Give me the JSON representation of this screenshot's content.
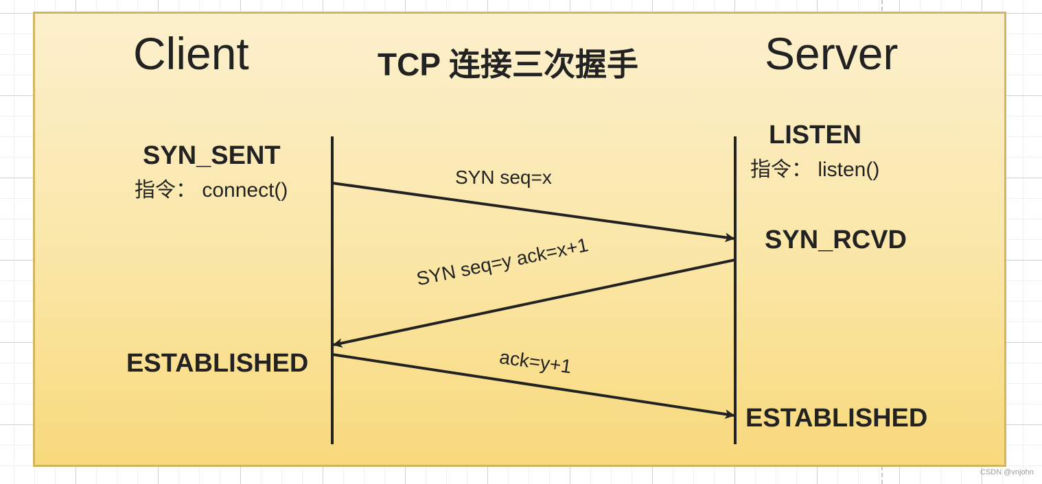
{
  "diagram": {
    "title": "TCP 连接三次握手",
    "client_label": "Client",
    "server_label": "Server",
    "client_states": {
      "syn_sent": "SYN_SENT",
      "syn_sent_command": "指令： connect()",
      "established": "ESTABLISHED"
    },
    "server_states": {
      "listen": "LISTEN",
      "listen_command": "指令： listen()",
      "syn_rcvd": "SYN_RCVD",
      "established": "ESTABLISHED"
    },
    "messages": [
      {
        "label": "SYN seq=x",
        "from": "client",
        "to": "server"
      },
      {
        "label": "SYN seq=y ack=x+1",
        "from": "server",
        "to": "client"
      },
      {
        "label": "ack=y+1",
        "from": "client",
        "to": "server"
      }
    ],
    "colors": {
      "panel_border": "#d1b660",
      "panel_top": "#fcf0cd",
      "panel_bottom": "#f8d97c",
      "ink": "#222222"
    }
  },
  "watermark": "CSDN @vnjohn"
}
